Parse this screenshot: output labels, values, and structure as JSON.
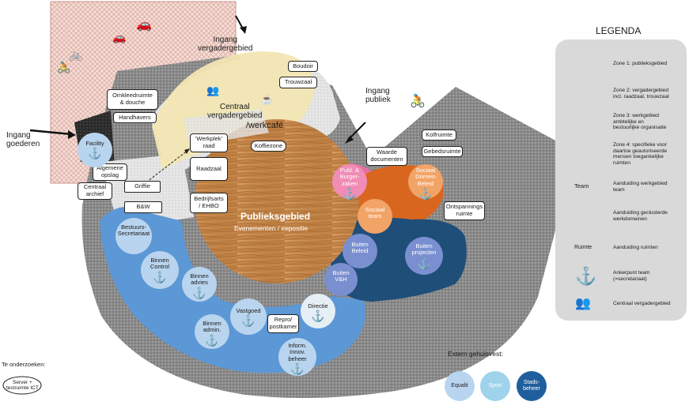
{
  "header_text": "",
  "entrances": {
    "meeting": "Ingang\nvergadergebied",
    "public": "Ingang\npubliek",
    "goods": "Ingang\ngoederen"
  },
  "zones": {
    "public": {
      "title": "Publieksgebied",
      "subtitle": "Evenementen / expositie"
    },
    "meeting": {
      "title": "Centraal\nvergadergebied",
      "werkcafe": "/werkcafé"
    }
  },
  "rooms": {
    "omkleedruimte": "Omkleedruimte\n& douche",
    "handhavers": "Handhavers",
    "boudoir": "Boudoir",
    "trouwzaal": "Trouwzaal",
    "koffiezone": "Koffiezone",
    "werkplek_raad": "'Werkplek'\nraad",
    "raadzaal": "Raadzaal",
    "bedrijfsarts": "Bedrijfsarts\n/ EHBO",
    "algemene_opslag": "Algemene\nopslag",
    "centraal_archief": "Centraal\narchief",
    "griffie": "Griffie",
    "bw": "B&W",
    "waarde_documenten": "Waarde\ndocumenten",
    "kolfruimte": "Kolfruimte",
    "gebedsruimte": "Gebedsruimte",
    "ontspanningsruimte": "Ontspannings\nruimte",
    "repro": "Repro/\npostkamer"
  },
  "teams": {
    "facility": "Facility",
    "bestuurs": "Bestuurs-\nSecretariaat",
    "binnen_control": "Binnen\nControl",
    "binnen_advies": "Binnen\nadvies",
    "vastgoed": "Vastgoed",
    "binnen_admin": "Binnen\nadmin.",
    "directie": "Directie",
    "inform": "Inform.\nInnov.\nbeheer",
    "burgerzaken": "Publ. &\nBurger-\nzaken",
    "sociaal_domein": "Sociaal\nDomein\nBeleid",
    "sociaal_team": "Sociaal\nteam",
    "buiten_beleid": "Buiten\nBeleid",
    "buiten_projecten": "Buiten\nprojecten",
    "buiten_vh": "Buiten\nV&H"
  },
  "legend": {
    "title": "LEGENDA",
    "items": [
      "Zone 1: publieksgebied",
      "Zone 2: vergadergebied\nincl. raadzaal, trouwzaal",
      "Zone 3: werkgebied\nambtelijke en\nbestuurlijke organisatie",
      "Zone 4: specifieke voor\ndaartoe geautoriseerde\nmensen toegankelijke\nruimten",
      "Aanduiding werkgebied\nteam",
      "Aanduiding geclusterde\nwerkdomeinen",
      "Aanduiding ruimten",
      "Ankerpunt team\n(=secretariaat)",
      "Centraal vergadergebied"
    ],
    "team_sample": "Team",
    "room_sample": "Ruimte"
  },
  "bottom_left": {
    "heading": "Te onderzoeken:",
    "server": "Server +\ntestruimte ICT"
  },
  "extern": {
    "heading": "Extern gehuisvest:",
    "items": [
      "Equalit",
      "Sport",
      "Stads-\nbeheer"
    ]
  },
  "colors": {
    "wood": "#c98a4c",
    "meeting_yellow": "#f2e6b3",
    "blue_team": "#5c97d6",
    "navy": "#1f4e79",
    "pink": "#e86fa0",
    "orange": "#d9661f",
    "team_circle": "#b9d4ee",
    "gray_zone": "#8c8c8c"
  }
}
